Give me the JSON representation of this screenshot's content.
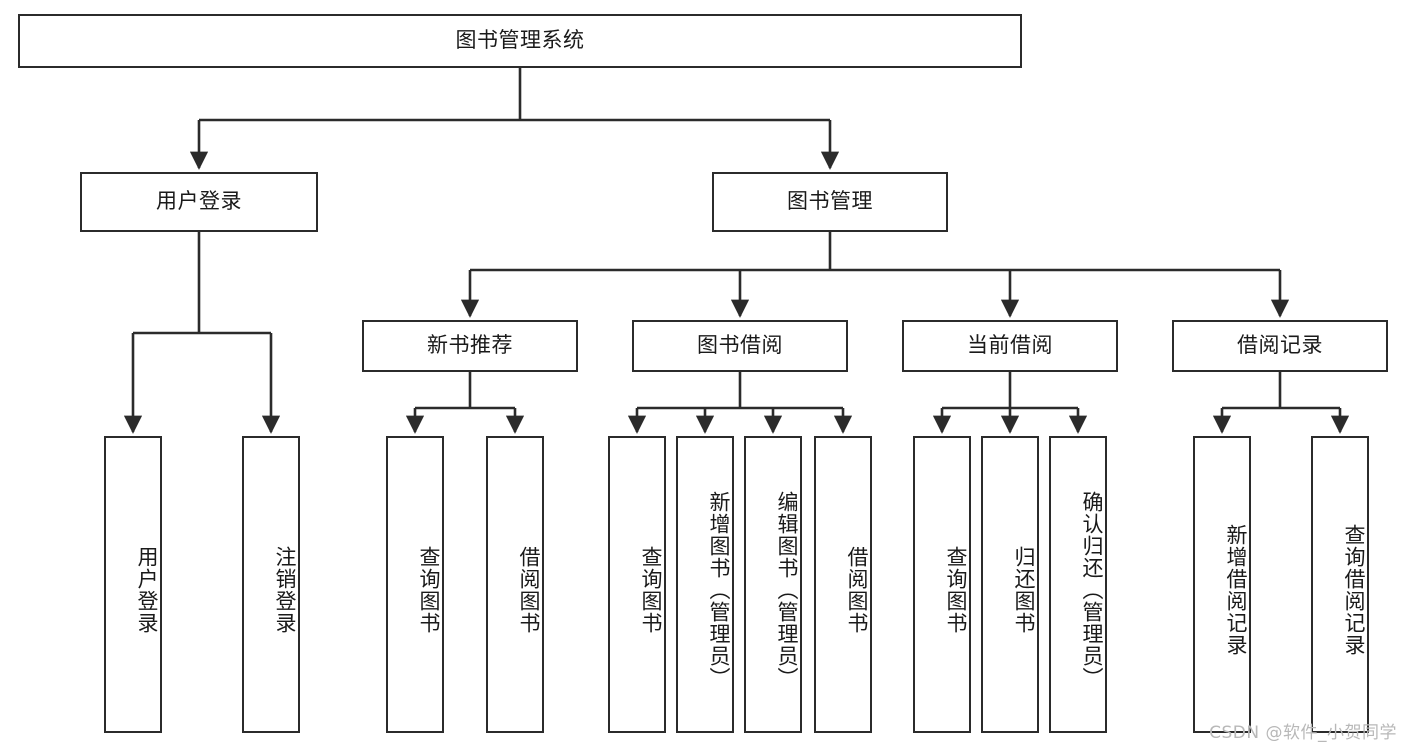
{
  "diagram": {
    "title": "图书管理系统",
    "type": "tree-hierarchy",
    "watermark": "CSDN @软件_小贺同学",
    "colors": {
      "border": "#2b2b2b",
      "fill": "#ffffff",
      "text": "#1a1a1a",
      "connector": "#2b2b2b",
      "watermark": "#b8b8b8"
    },
    "root": {
      "label": "图书管理系统"
    },
    "level2": [
      {
        "label": "用户登录"
      },
      {
        "label": "图书管理"
      }
    ],
    "level3": [
      {
        "label": "新书推荐"
      },
      {
        "label": "图书借阅"
      },
      {
        "label": "当前借阅"
      },
      {
        "label": "借阅记录"
      }
    ],
    "leaves": [
      {
        "label": "用户登录",
        "parent": "用户登录"
      },
      {
        "label": "注销登录",
        "parent": "用户登录"
      },
      {
        "label": "查询图书",
        "parent": "新书推荐"
      },
      {
        "label": "借阅图书",
        "parent": "新书推荐"
      },
      {
        "label": "查询图书",
        "parent": "图书借阅"
      },
      {
        "label": "新增图书（管理员）",
        "parent": "图书借阅"
      },
      {
        "label": "编辑图书（管理员）",
        "parent": "图书借阅"
      },
      {
        "label": "借阅图书",
        "parent": "图书借阅"
      },
      {
        "label": "查询图书",
        "parent": "当前借阅"
      },
      {
        "label": "归还图书",
        "parent": "当前借阅"
      },
      {
        "label": "确认归还（管理员）",
        "parent": "当前借阅"
      },
      {
        "label": "新增借阅记录",
        "parent": "借阅记录"
      },
      {
        "label": "查询借阅记录",
        "parent": "借阅记录"
      }
    ]
  }
}
